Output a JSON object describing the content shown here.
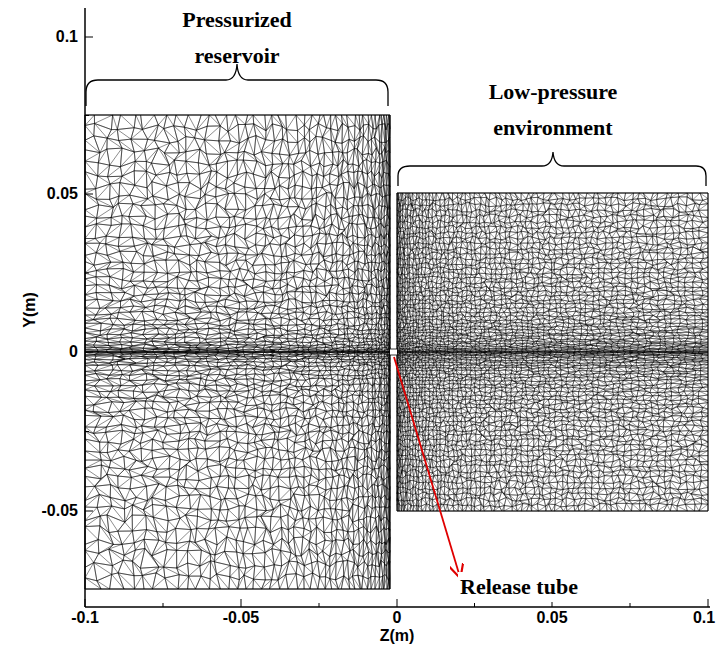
{
  "diagram": {
    "labels": [
      "Pressurized reservoir",
      "Low-pressure environment",
      "Release tube",
      "Y(m)",
      "Z(m)",
      "0.1",
      "0.05",
      "0",
      "-0.05",
      "-0.1",
      "-0.05",
      "0",
      "0.05",
      "0.1"
    ]
  }
}
